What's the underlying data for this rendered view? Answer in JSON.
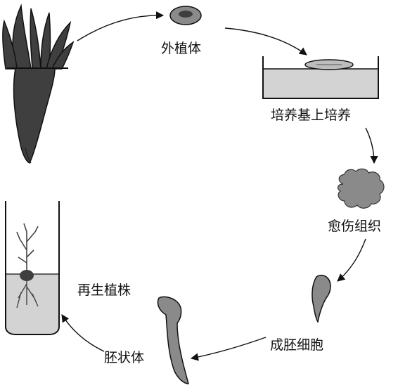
{
  "labels": {
    "explant": "外植体",
    "culture": "培养基上培养",
    "callus": "愈伤组织",
    "embryonic_cell": "成胚细胞",
    "embryoid": "胚状体",
    "plantlet": "再生植株"
  },
  "colors": {
    "ink": "#111111",
    "dark_fill": "#3f3f3f",
    "mid_fill": "#8a8a8a",
    "light_fill": "#bdbdbd",
    "medium": "#d3d3d3",
    "paper": "#ffffff"
  }
}
